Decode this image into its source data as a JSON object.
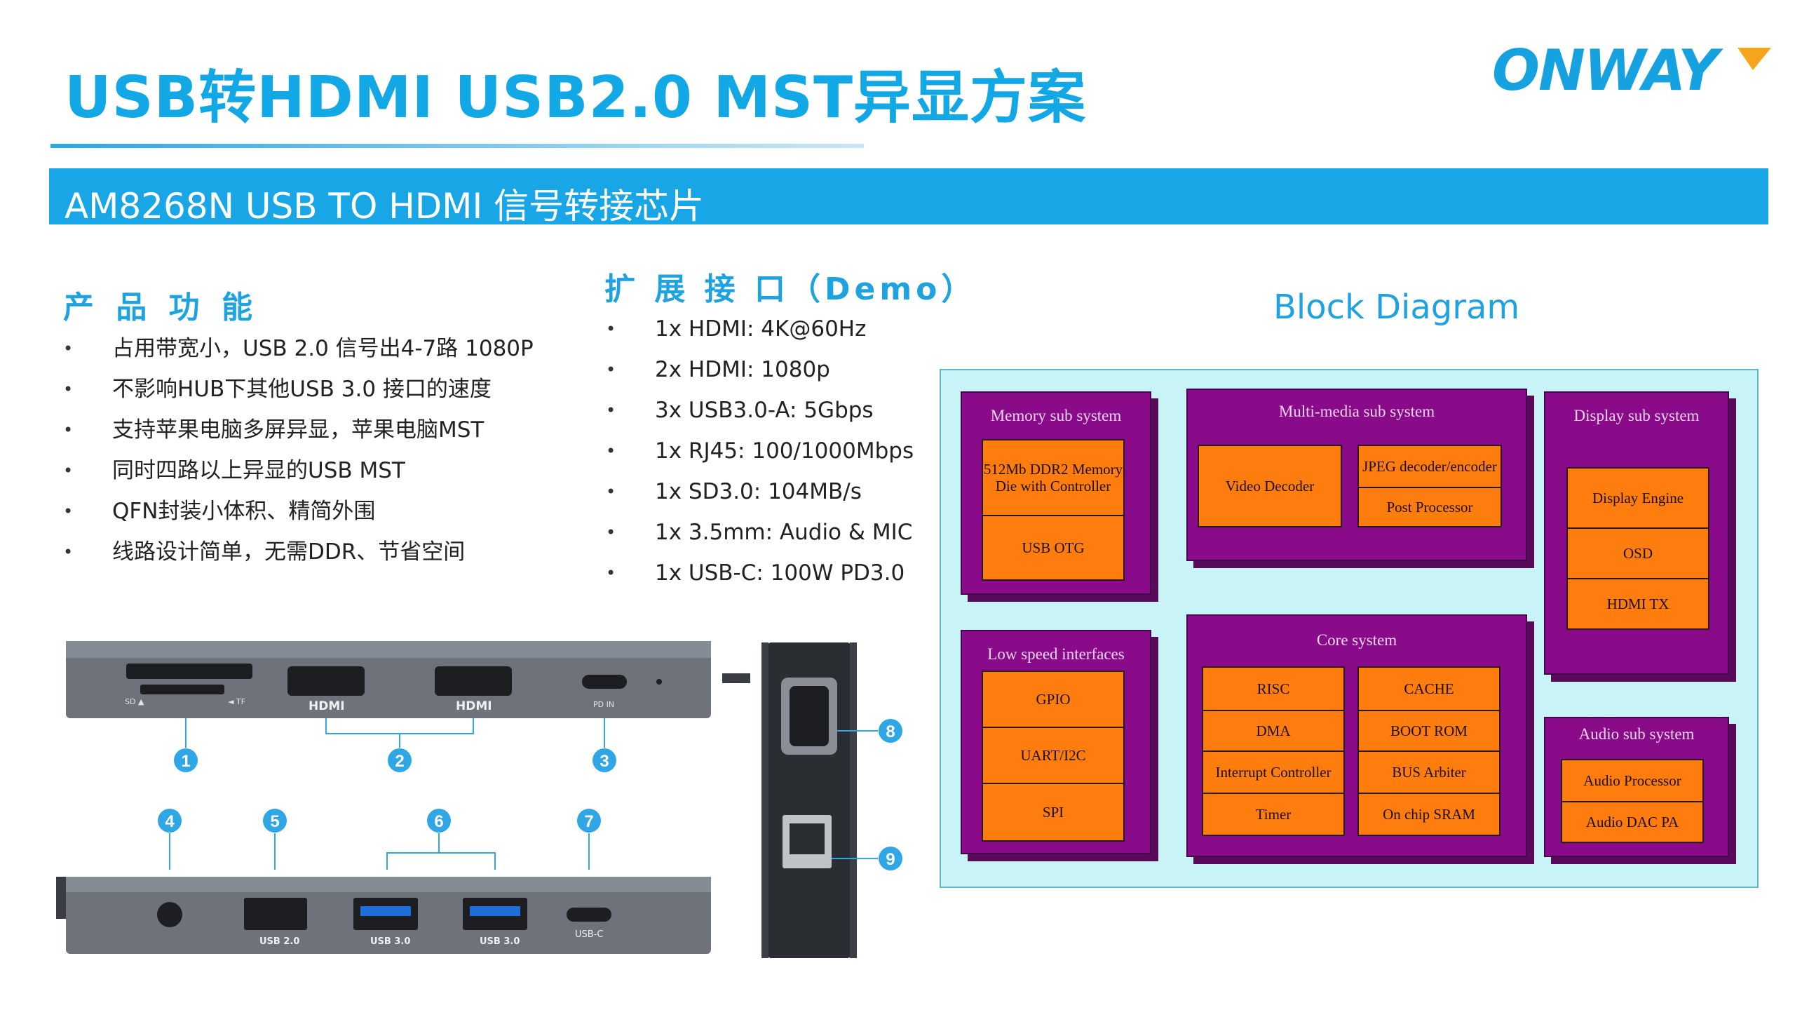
{
  "title": "USB转HDMI USB2.0 MST异显方案",
  "logo": "ONWAY",
  "banner": "AM8268N USB  TO HDMI 信号转接芯片",
  "features": {
    "heading": "产 品 功 能",
    "items": [
      "占用带宽小，USB 2.0 信号出4-7路 1080P",
      "不影响HUB下其他USB 3.0 接口的速度",
      "支持苹果电脑多屏异显，苹果电脑MST",
      "同时四路以上异显的USB MST",
      "QFN封装小体积、精简外围",
      "线路设计简单，无需DDR、节省空间"
    ]
  },
  "interfaces": {
    "heading": "扩 展 接 口（Demo）",
    "items": [
      "1x HDMI: 4K@60Hz",
      "2x HDMI:  1080p",
      "3x USB3.0-A: 5Gbps",
      "1x RJ45: 100/1000Mbps",
      "1x SD3.0: 104MB/s",
      "1x 3.5mm: Audio & MIC",
      "1x USB-C: 100W PD3.0"
    ]
  },
  "block_diagram": {
    "title": "Block Diagram",
    "memory": {
      "label": "Memory sub system",
      "blocks": [
        "512Mb DDR2 Memory Die with Controller",
        "USB OTG"
      ]
    },
    "multimedia": {
      "label": "Multi-media sub system",
      "blocks": [
        "Video Decoder",
        "JPEG decoder/encoder",
        "Post Processor"
      ]
    },
    "display": {
      "label": "Display sub system",
      "blocks": [
        "Display Engine",
        "OSD",
        "HDMI TX"
      ]
    },
    "lowspeed": {
      "label": "Low speed interfaces",
      "blocks": [
        "GPIO",
        "UART/I2C",
        "SPI"
      ]
    },
    "core": {
      "label": "Core system",
      "blocks": [
        "RISC",
        "CACHE",
        "DMA",
        "BOOT ROM",
        "Interrupt Controller",
        "BUS Arbiter",
        "Timer",
        "On chip SRAM"
      ]
    },
    "audio": {
      "label": "Audio sub system",
      "blocks": [
        "Audio Processor",
        "Audio DAC PA"
      ]
    }
  },
  "photos": {
    "port_labels_top": [
      "SD ▲",
      "◄ TF",
      "HDMI",
      "HDMI",
      "PD IN"
    ],
    "port_labels_bottom": [
      "USB 2.0",
      "USB 3.0",
      "USB 3.0",
      "USB-C"
    ],
    "callouts": [
      "1",
      "2",
      "3",
      "4",
      "5",
      "6",
      "7",
      "8",
      "9"
    ]
  },
  "colors": {
    "accent": "#18a6e6",
    "purple": "#8a0b8a",
    "orange": "#ff7d0f",
    "cyan_bg": "#c8f4f8"
  }
}
